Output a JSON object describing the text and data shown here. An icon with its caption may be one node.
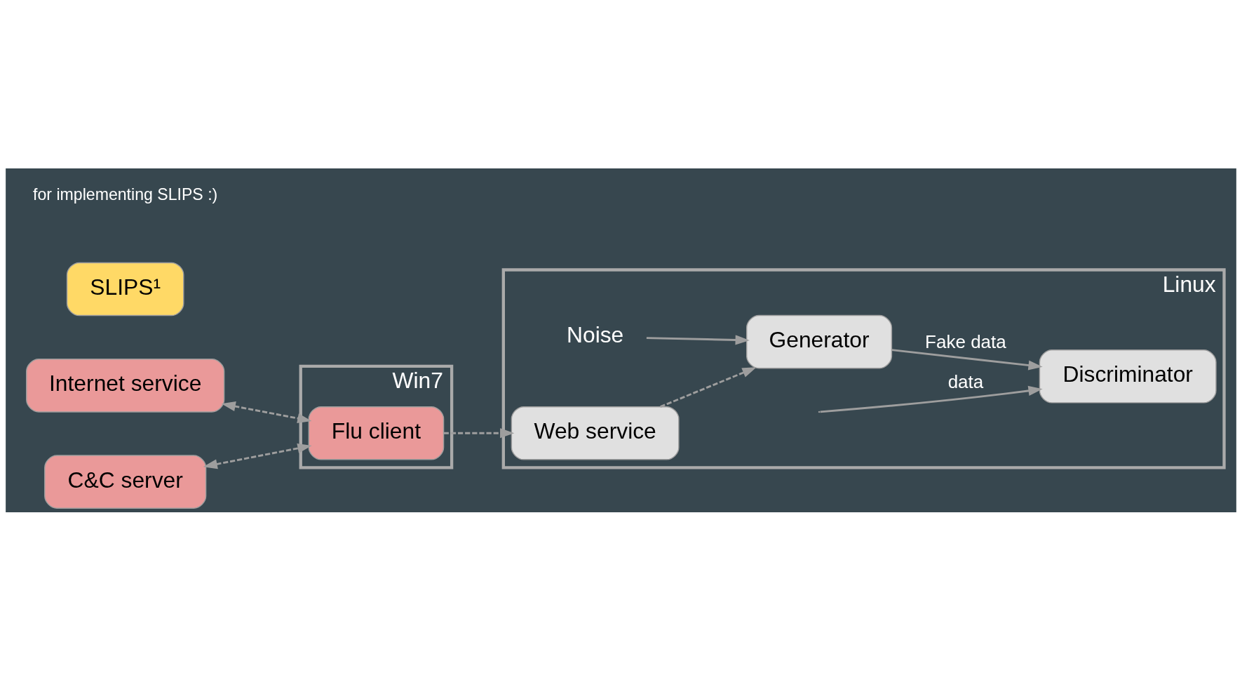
{
  "diagram": {
    "nodes": [
      {
        "text": [
          "Linux"
        ]
      },
      {
        "text": [
          "Noise"
        ],
        "in": 0
      },
      {
        "text": [
          "Generator"
        ],
        "in": 0
      },
      {
        "text": [
          "Discriminator"
        ],
        "in": 0
      },
      {
        "text": [
          "Web service"
        ],
        "in": 0
      },
      {
        "text": [
          "Win7"
        ]
      },
      {
        "text": [
          "Flu client"
        ],
        "in": 5
      },
      {
        "text": [
          "SLIPS¹"
        ]
      },
      {
        "text": [
          "Internet service"
        ]
      },
      {
        "text": [
          "C&C server"
        ]
      }
    ],
    "edges": [
      {
        "from": 1,
        "to": 2,
        "arrow": "to"
      },
      {
        "from": 2,
        "to": 3,
        "label": "Fake data",
        "arrow": "to"
      },
      {
        "from": null,
        "to": 3,
        "label": "data",
        "arrow": "to"
      },
      {
        "from": 4,
        "to": 2,
        "arrow": "to",
        "style": "dashed"
      },
      {
        "from": 6,
        "to": 4,
        "arrow": "to",
        "style": "dashed"
      },
      {
        "from": 8,
        "to": 6,
        "arrow": "both",
        "style": "dashed"
      },
      {
        "from": 9,
        "to": 6,
        "arrow": "both",
        "style": "dashed"
      }
    ],
    "labels": [
      "for implementing SLIPS :)"
    ]
  }
}
